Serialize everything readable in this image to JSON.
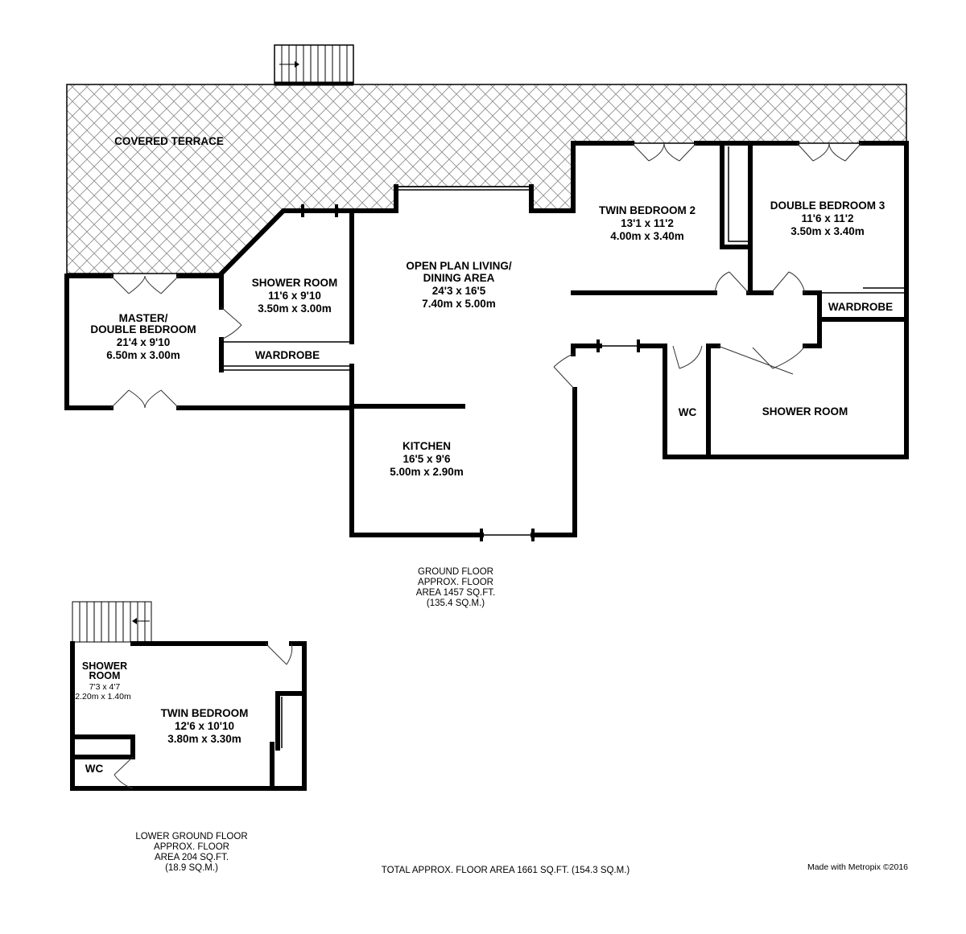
{
  "ground_floor": {
    "covered_terrace": "COVERED TERRACE",
    "master": {
      "line1": "MASTER/",
      "line2": "DOUBLE BEDROOM",
      "imperial": "21'4 x 9'10",
      "metric": "6.50m x 3.00m"
    },
    "shower_room_1": {
      "name": "SHOWER ROOM",
      "imperial": "11'6 x 9'10",
      "metric": "3.50m x 3.00m"
    },
    "wardrobe_left": "WARDROBE",
    "living": {
      "line1": "OPEN PLAN LIVING/",
      "line2": "DINING AREA",
      "imperial": "24'3 x 16'5",
      "metric": "7.40m x 5.00m"
    },
    "kitchen": {
      "name": "KITCHEN",
      "imperial": "16'5 x 9'6",
      "metric": "5.00m x 2.90m"
    },
    "twin_bedroom_2": {
      "name": "TWIN BEDROOM 2",
      "imperial": "13'1 x 11'2",
      "metric": "4.00m x 3.40m"
    },
    "double_bedroom_3": {
      "name": "DOUBLE BEDROOM 3",
      "imperial": "11'6 x 11'2",
      "metric": "3.50m x 3.40m"
    },
    "wardrobe_right": "WARDROBE",
    "wc": "WC",
    "shower_room_2": "SHOWER ROOM",
    "area": {
      "line1": "GROUND FLOOR",
      "line2": "APPROX. FLOOR",
      "line3": "AREA 1457 SQ.FT.",
      "line4": "(135.4 SQ.M.)"
    }
  },
  "lower_ground_floor": {
    "shower_room": {
      "line1": "SHOWER",
      "line2": "ROOM",
      "imperial": "7'3 x 4'7",
      "metric": "2.20m x 1.40m"
    },
    "twin_bedroom": {
      "name": "TWIN BEDROOM",
      "imperial": "12'6 x 10'10",
      "metric": "3.80m x 3.30m"
    },
    "wc": "WC",
    "area": {
      "line1": "LOWER GROUND FLOOR",
      "line2": "APPROX. FLOOR",
      "line3": "AREA 204 SQ.FT.",
      "line4": "(18.9 SQ.M.)"
    }
  },
  "total_area": "TOTAL APPROX. FLOOR AREA 1661 SQ.FT. (154.3 SQ.M.)",
  "credit": "Made with Metropix ©2016"
}
